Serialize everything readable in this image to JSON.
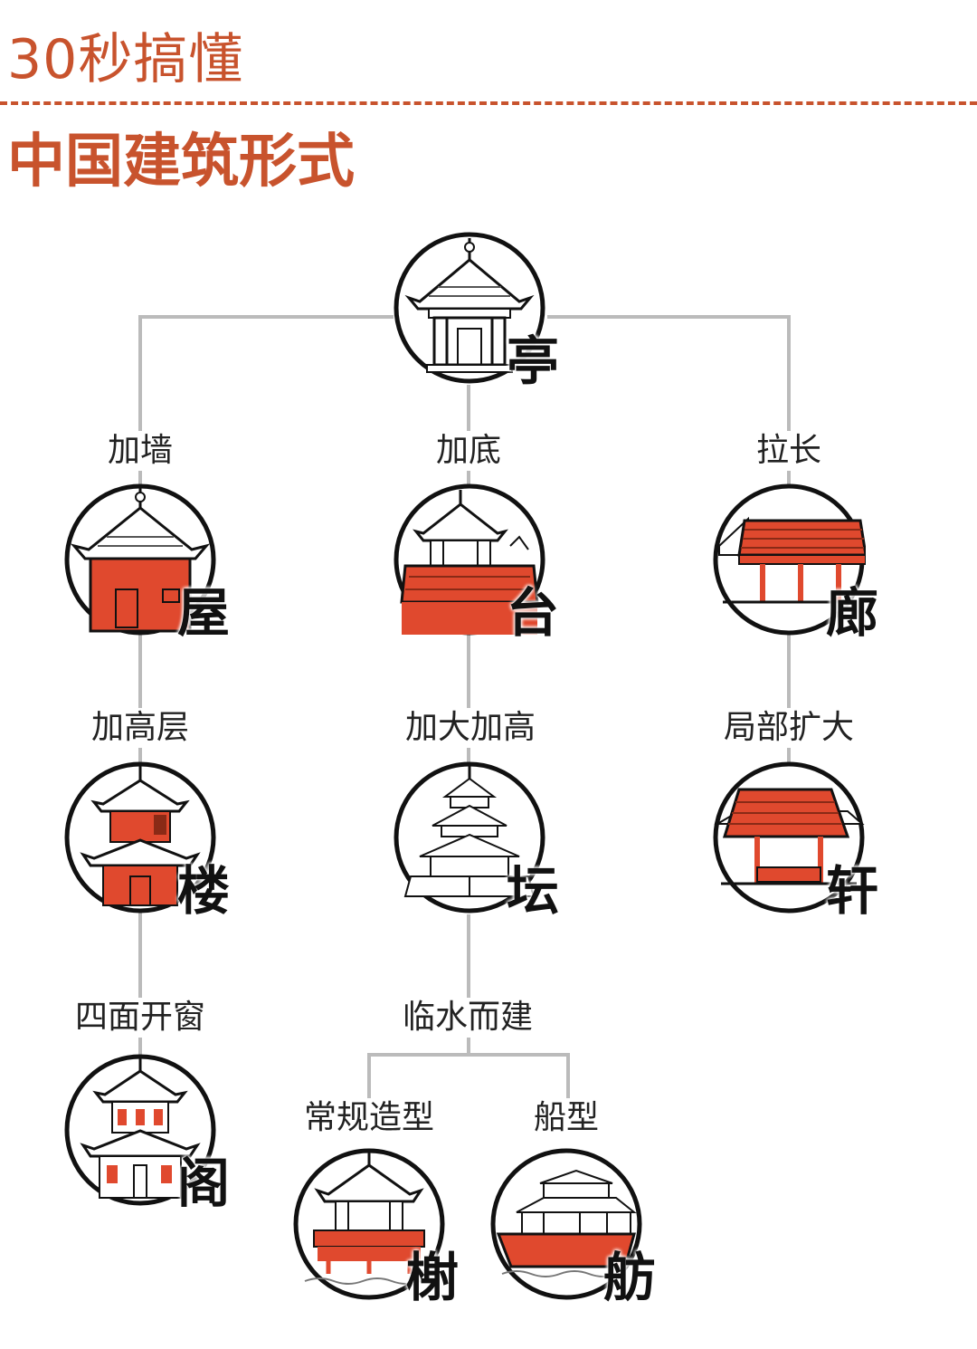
{
  "header": {
    "subtitle": "30秒搞懂",
    "title": "中国建筑形式"
  },
  "colors": {
    "accent": "#c8532d",
    "building_red": "#e0492e",
    "line": "#bbbbbb"
  },
  "nodes": {
    "ting": {
      "char": "亭",
      "icon": "pavilion-icon"
    },
    "wu": {
      "char": "屋",
      "icon": "walled-house-icon"
    },
    "tai": {
      "char": "台",
      "icon": "terrace-icon"
    },
    "lang": {
      "char": "廊",
      "icon": "corridor-icon"
    },
    "lou": {
      "char": "楼",
      "icon": "storied-building-icon"
    },
    "tan": {
      "char": "坛",
      "icon": "altar-temple-icon"
    },
    "xuan": {
      "char": "轩",
      "icon": "open-hall-icon"
    },
    "ge": {
      "char": "阁",
      "icon": "pavilion-tower-icon"
    },
    "xie": {
      "char": "榭",
      "icon": "waterside-pavilion-icon"
    },
    "fang": {
      "char": "舫",
      "icon": "boat-pavilion-icon"
    }
  },
  "edges": {
    "add_wall": "加墙",
    "add_base": "加底",
    "lengthen": "拉长",
    "add_floors": "加高层",
    "enlarge_raise": "加大加高",
    "partial_expand": "局部扩大",
    "windows_four_sides": "四面开窗",
    "built_by_water": "临水而建",
    "regular_shape": "常规造型",
    "boat_shape": "船型"
  }
}
